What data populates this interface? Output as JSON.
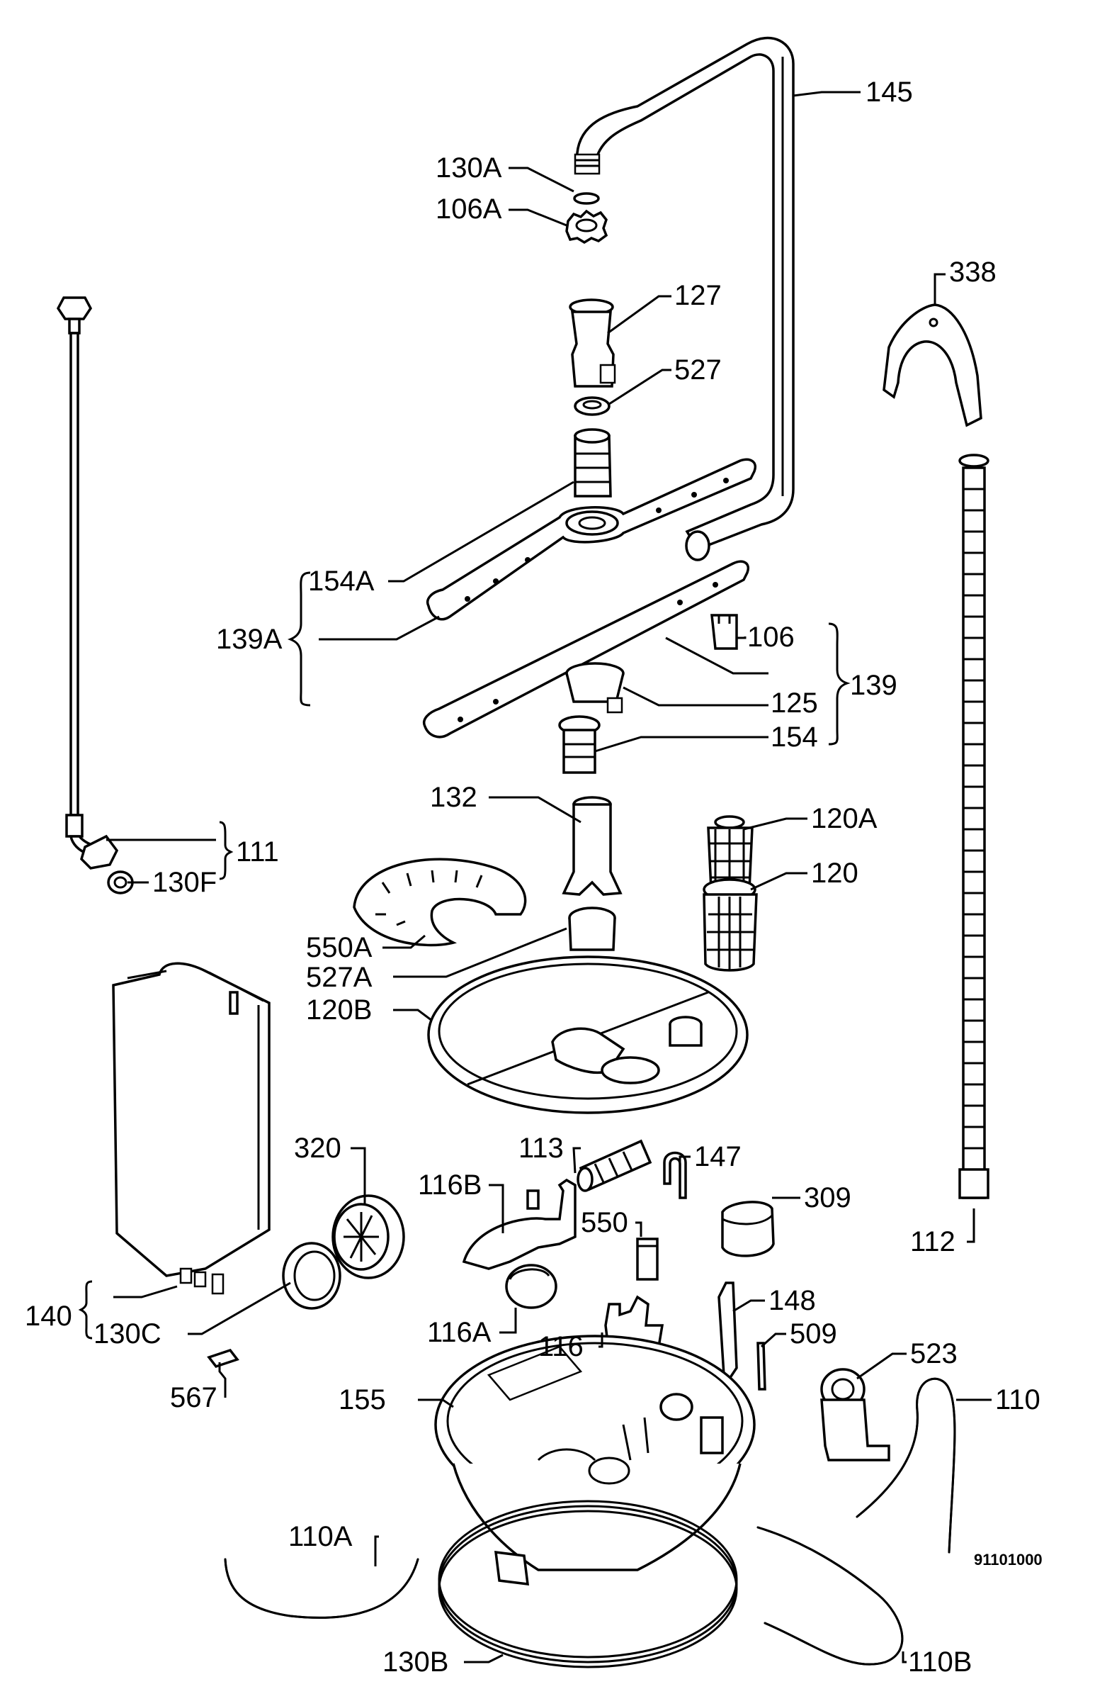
{
  "drawing_number": "91101000",
  "labels": {
    "l145": "145",
    "l130a": "130A",
    "l106a": "106A",
    "l338": "338",
    "l127": "127",
    "l527": "527",
    "l154a": "154A",
    "l139a": "139A",
    "l106": "106",
    "l139": "139",
    "l125": "125",
    "l154": "154",
    "l132": "132",
    "l120a": "120A",
    "l111": "111",
    "l130f": "130F",
    "l120": "120",
    "l550a": "550A",
    "l527a": "527A",
    "l120b": "120B",
    "l113": "113",
    "l320": "320",
    "l147": "147",
    "l116b": "116B",
    "l309": "309",
    "l550": "550",
    "l112": "112",
    "l140": "140",
    "l130c": "130C",
    "l116a": "116A",
    "l148": "148",
    "l116": "116",
    "l509": "509",
    "l523": "523",
    "l567": "567",
    "l155": "155",
    "l110": "110",
    "l110a": "110A",
    "l130b": "130B",
    "l110b": "110B"
  }
}
